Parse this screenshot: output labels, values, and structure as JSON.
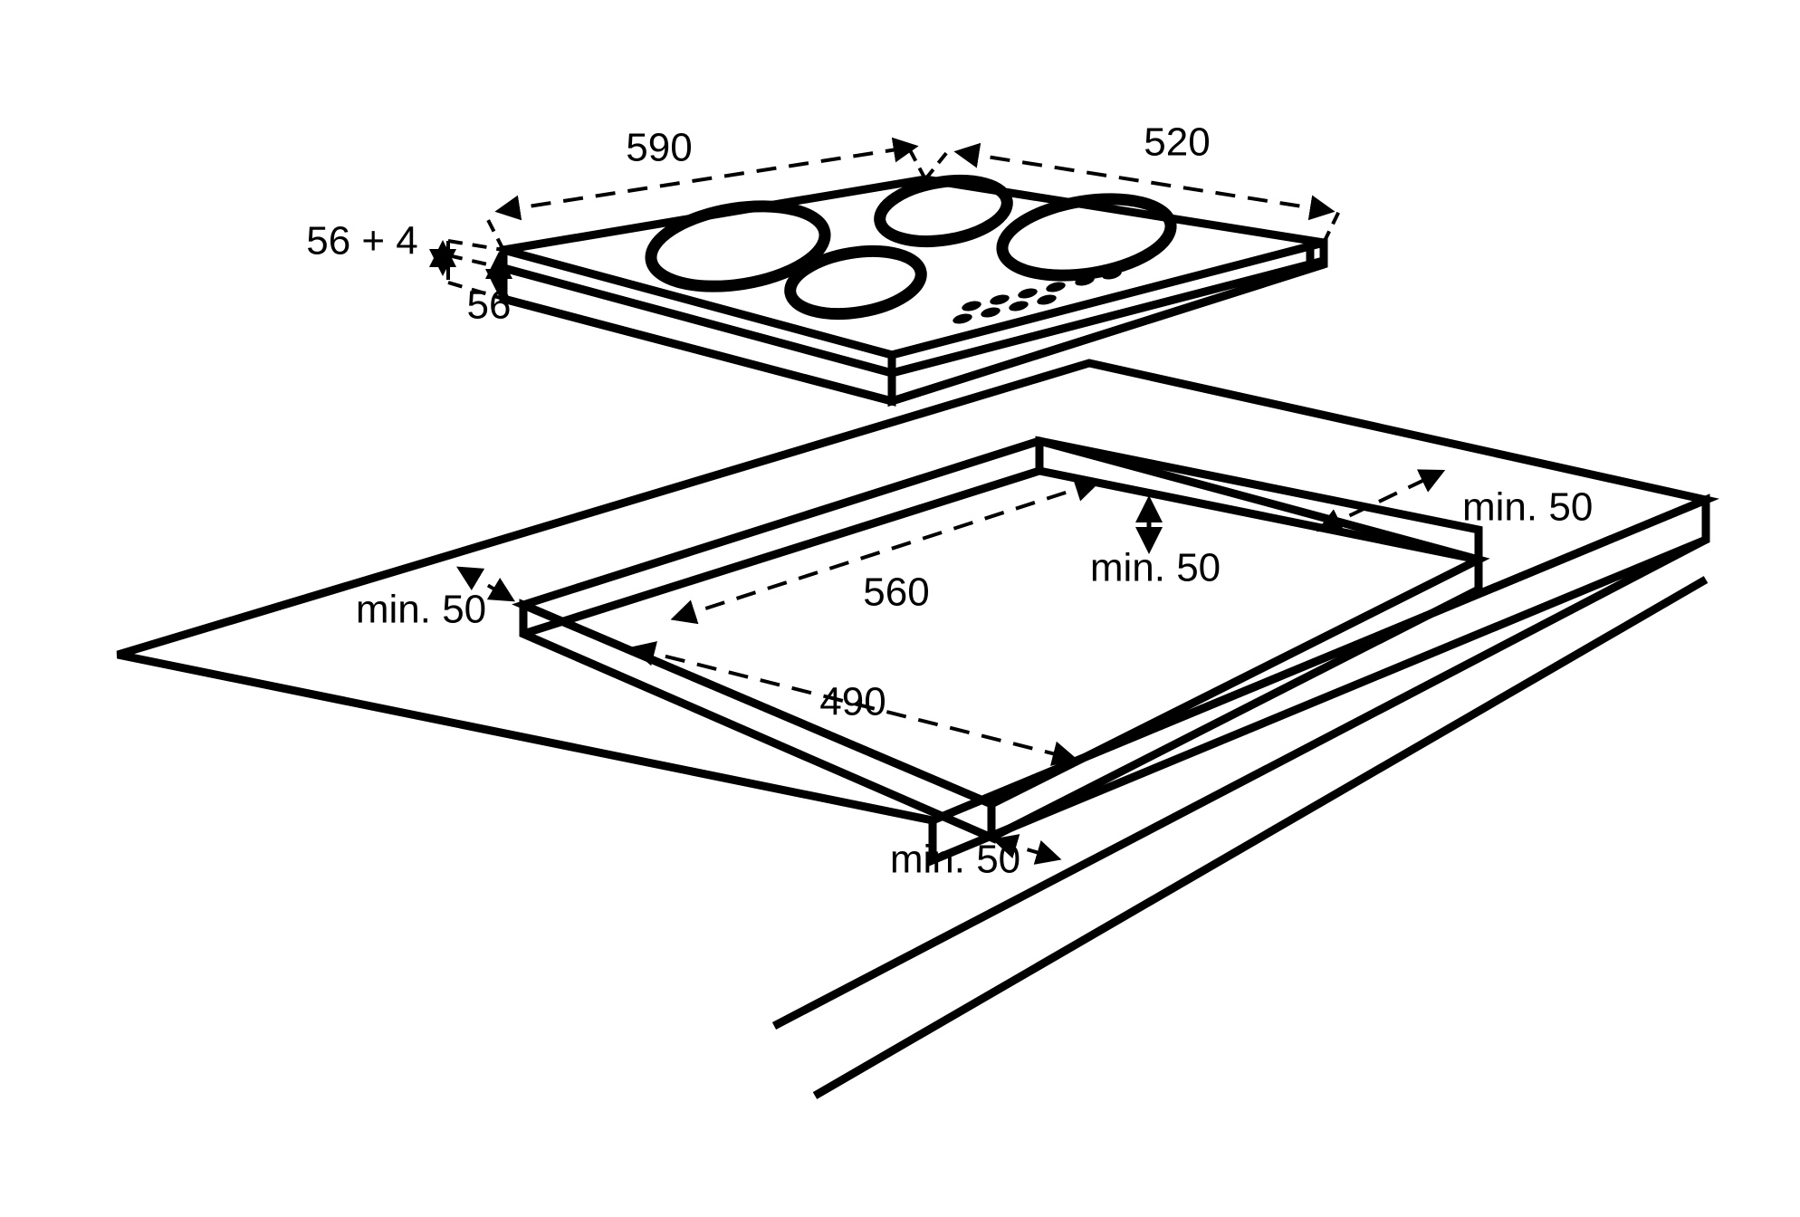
{
  "diagram": {
    "title": "Cooktop installation cut-out diagram",
    "subject": "built-in 4-zone hob and worktop cut-out",
    "units": "mm",
    "line_color": "#000000",
    "background_color": "#ffffff"
  },
  "hob": {
    "name": "cooktop",
    "cooking_zones": 4,
    "control_panel": "touch-control-dot-array"
  },
  "worktop": {
    "name": "kitchen-worktop",
    "cutout": "rectangular-cut-out"
  },
  "dimensions": {
    "hob_width": "590",
    "hob_depth": "520",
    "hob_thickness_total": "56 + 4",
    "hob_body_height": "56",
    "cutout_width": "560",
    "cutout_depth": "490",
    "clearance_back": "min. 50",
    "clearance_right": "min. 50",
    "clearance_left": "min. 50",
    "clearance_front": "min. 50"
  },
  "labels": [
    {
      "id": "hob-width",
      "text": "590"
    },
    {
      "id": "hob-depth",
      "text": "520"
    },
    {
      "id": "hob-thickness",
      "text": "56 + 4"
    },
    {
      "id": "hob-body-height",
      "text": "56"
    },
    {
      "id": "cutout-width",
      "text": "560"
    },
    {
      "id": "cutout-depth",
      "text": "490"
    },
    {
      "id": "clearance-back",
      "text": "min. 50"
    },
    {
      "id": "clearance-right",
      "text": "min. 50"
    },
    {
      "id": "clearance-left",
      "text": "min. 50"
    },
    {
      "id": "clearance-front",
      "text": "min. 50"
    }
  ]
}
